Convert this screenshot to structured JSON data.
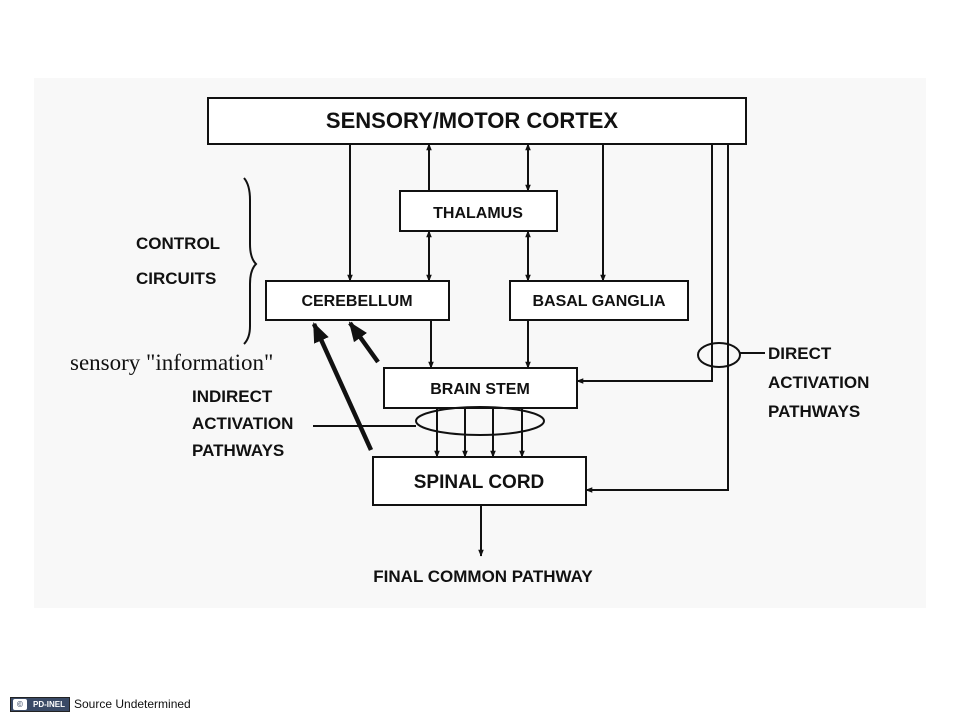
{
  "diagram": {
    "boxes": {
      "cortex": "SENSORY/MOTOR CORTEX",
      "thalamus": "THALAMUS",
      "cerebellum": "CEREBELLUM",
      "basal_ganglia": "BASAL GANGLIA",
      "brain_stem": "BRAIN STEM",
      "spinal_cord": "SPINAL CORD"
    },
    "labels": {
      "control_line1": "CONTROL",
      "control_line2": "CIRCUITS",
      "sensory_information": "sensory \"information\"",
      "indirect_line1": "INDIRECT",
      "indirect_line2": "ACTIVATION",
      "indirect_line3": "PATHWAYS",
      "direct_line1": "DIRECT",
      "direct_line2": "ACTIVATION",
      "direct_line3": "PATHWAYS",
      "final_common_pathway": "FINAL COMMON PATHWAY"
    }
  },
  "footer": {
    "badge_icon": "cc-icon",
    "badge_text": "PD-INEL",
    "source": "Source Undetermined"
  },
  "colors": {
    "ink": "#111111",
    "panel_background": "#f8f8f8",
    "badge_background": "#3a4a66"
  }
}
